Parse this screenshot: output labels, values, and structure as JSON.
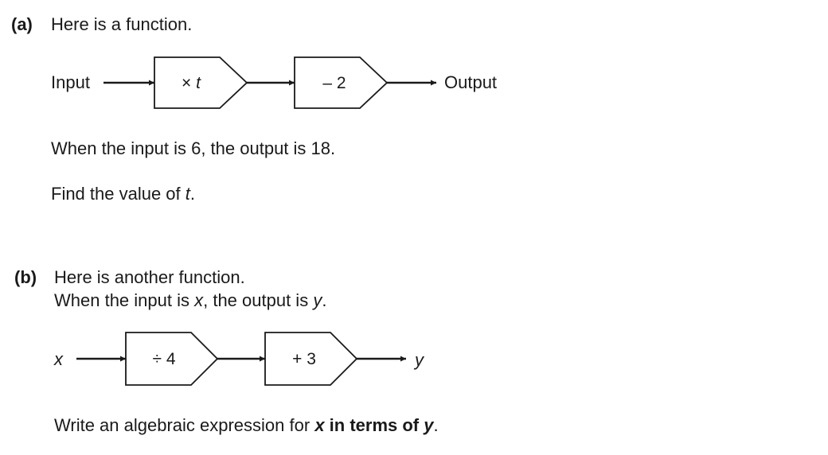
{
  "part_a": {
    "label": "(a)",
    "intro": "Here is a function.",
    "input_label": "Input",
    "output_label": "Output",
    "box1_op": "× ",
    "box1_var": "t",
    "box2_op": "– 2",
    "given": "When the input is 6, the output is 18.",
    "question_prefix": "Find the value of ",
    "question_var": "t",
    "question_suffix": "."
  },
  "part_b": {
    "label": "(b)",
    "intro": "Here is another function.",
    "line2_prefix": "When the input is ",
    "line2_var1": "x",
    "line2_mid": ", the output is ",
    "line2_var2": "y",
    "line2_suffix": ".",
    "input_var": "x",
    "output_var": "y",
    "box1_op": "÷ 4",
    "box2_op": "+ 3",
    "question_prefix": "Write an algebraic expression for ",
    "question_bold_var1": "x",
    "question_bold_mid": " in terms of ",
    "question_bold_var2": "y",
    "question_suffix": "."
  }
}
